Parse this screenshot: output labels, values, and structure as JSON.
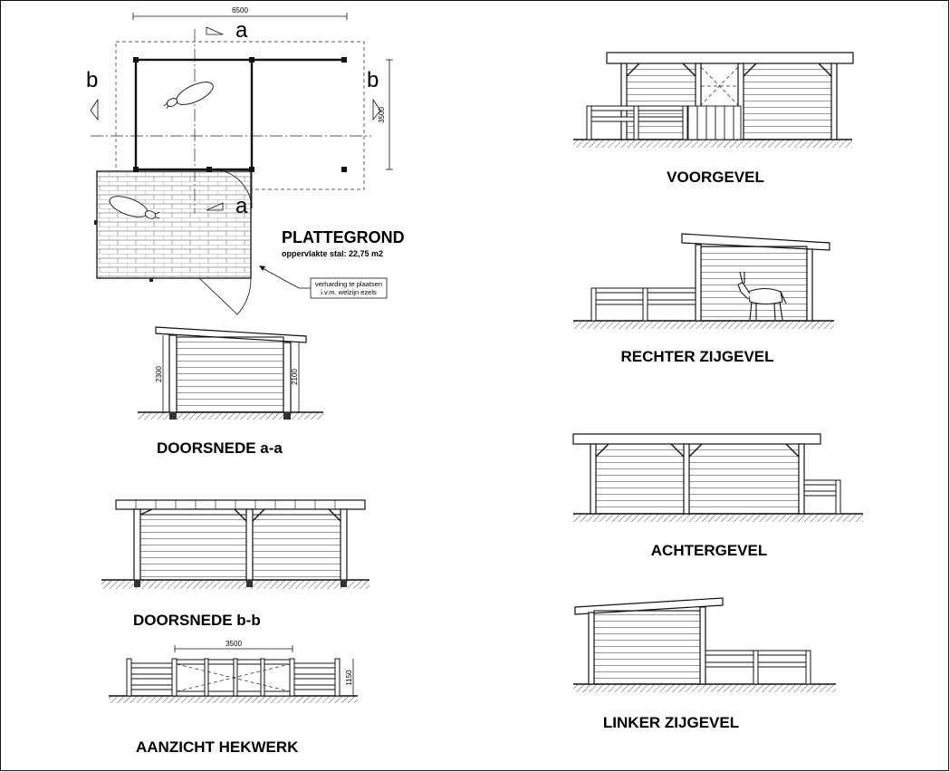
{
  "plan": {
    "title": "PLATTEGROND",
    "subtitle": "oppervlakte stal: 22,75 m2",
    "note_line1": "verharding te plaatsen",
    "note_line2": "i.v.m. welzijn ezels",
    "dim_width": "6500",
    "dim_depth": "3500",
    "section_a_top": "a",
    "section_a_bottom": "a",
    "section_b_left": "b",
    "section_b_right": "b"
  },
  "section_aa": {
    "title": "DOORSNEDE a-a",
    "dim_left": "2300",
    "dim_right": "2100"
  },
  "section_bb": {
    "title": "DOORSNEDE b-b"
  },
  "fence": {
    "title": "AANZICHT HEKWERK",
    "dim_width": "3500",
    "dim_height": "1150"
  },
  "front": {
    "title": "VOORGEVEL"
  },
  "right": {
    "title": "RECHTER ZIJGEVEL"
  },
  "back": {
    "title": "ACHTERGEVEL"
  },
  "left": {
    "title": "LINKER ZIJGEVEL"
  }
}
